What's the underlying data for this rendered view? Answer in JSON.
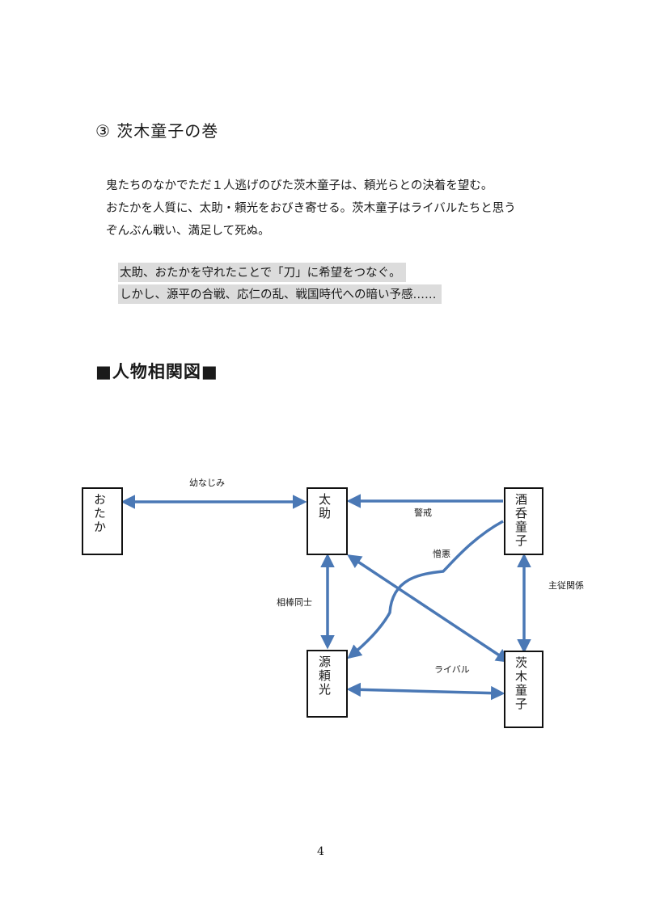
{
  "section": {
    "title": "③ 茨木童子の巻"
  },
  "paragraph": {
    "lines": [
      "鬼たちのなかでただ１人逃げのびた茨木童子は、頼光らとの決着を望む。",
      "おたかを人質に、太助・頼光をおびき寄せる。茨木童子はライバルたちと思う",
      "ぞんぶん戦い、満足して死ぬ。"
    ]
  },
  "highlights": [
    "太助、おたかを守れたことで「刀」に希望をつなぐ。",
    "しかし、源平の合戦、応仁の乱、戦国時代への暗い予感……"
  ],
  "diagram": {
    "title": "■人物相関図■",
    "nodes": {
      "otaka": "おたか",
      "tasuke": "太助",
      "shuten": "酒呑童子",
      "raiko": "源頼光",
      "ibaraki": "茨木童子"
    },
    "edges": {
      "otaka_tasuke": "幼なじみ",
      "shuten_tasuke": "警戒",
      "shuten_raiko": "憎悪",
      "tasuke_raiko": "相棒同士",
      "shuten_ibaraki": "主従関係",
      "raiko_ibaraki": "ライバル"
    },
    "arrow_color": "#4a78b5"
  },
  "page_number": "4"
}
